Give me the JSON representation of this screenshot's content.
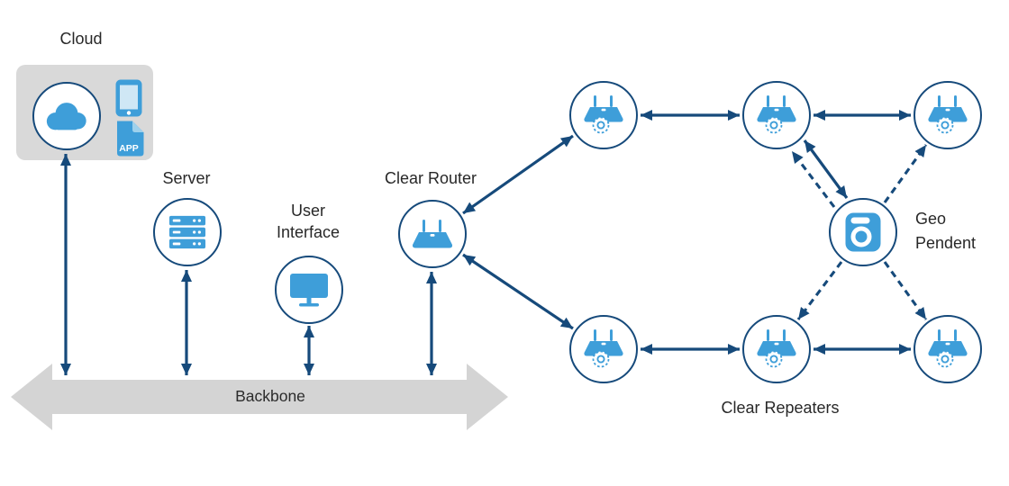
{
  "diagram": {
    "labels": {
      "cloud": "Cloud",
      "server": "Server",
      "user_interface_1": "User",
      "user_interface_2": "Interface",
      "clear_router": "Clear Router",
      "backbone": "Backbone",
      "geo_1": "Geo",
      "geo_2": "Pendent",
      "clear_repeaters": "Clear Repeaters",
      "app_badge": "APP"
    },
    "colors": {
      "line_navy": "#164a7b",
      "icon_blue": "#3e9ed9",
      "icon_blue_light": "#cfe7f5",
      "fold_blue": "#9ed1ec",
      "panel_gray": "#d9d9d9",
      "backbone_gray": "#d4d4d4",
      "text": "#282828"
    },
    "nodes": [
      {
        "id": "cloud",
        "label": "Cloud",
        "icon": "cloud-icon",
        "group": "cloud-panel"
      },
      {
        "id": "smartphone",
        "icon": "smartphone-icon",
        "group": "cloud-panel"
      },
      {
        "id": "app-file",
        "icon": "app-file-icon",
        "badge": "APP",
        "group": "cloud-panel"
      },
      {
        "id": "server",
        "label": "Server",
        "icon": "server-icon"
      },
      {
        "id": "user-interface",
        "label": "User Interface",
        "icon": "monitor-icon"
      },
      {
        "id": "clear-router",
        "label": "Clear Router",
        "icon": "router-icon"
      },
      {
        "id": "repeater-top-left",
        "icon": "repeater-icon",
        "group": "clear-repeaters"
      },
      {
        "id": "repeater-top-middle",
        "icon": "repeater-icon",
        "group": "clear-repeaters"
      },
      {
        "id": "repeater-top-right",
        "icon": "repeater-icon",
        "group": "clear-repeaters"
      },
      {
        "id": "repeater-bottom-left",
        "icon": "repeater-icon",
        "group": "clear-repeaters"
      },
      {
        "id": "repeater-bottom-middle",
        "icon": "repeater-icon",
        "group": "clear-repeaters"
      },
      {
        "id": "repeater-bottom-right",
        "icon": "repeater-icon",
        "group": "clear-repeaters"
      },
      {
        "id": "geo-pendent",
        "label": "Geo Pendent",
        "icon": "camera-icon"
      },
      {
        "id": "backbone",
        "label": "Backbone",
        "shape": "gray-double-arrow-bar"
      }
    ],
    "edges": [
      {
        "from": "cloud",
        "to": "backbone",
        "style": "solid",
        "arrows": "both"
      },
      {
        "from": "server",
        "to": "backbone",
        "style": "solid",
        "arrows": "both"
      },
      {
        "from": "user-interface",
        "to": "backbone",
        "style": "solid",
        "arrows": "both"
      },
      {
        "from": "clear-router",
        "to": "backbone",
        "style": "solid",
        "arrows": "both"
      },
      {
        "from": "clear-router",
        "to": "repeater-top-left",
        "style": "solid",
        "arrows": "both"
      },
      {
        "from": "clear-router",
        "to": "repeater-bottom-left",
        "style": "solid",
        "arrows": "both"
      },
      {
        "from": "repeater-top-left",
        "to": "repeater-top-middle",
        "style": "solid",
        "arrows": "both"
      },
      {
        "from": "repeater-top-middle",
        "to": "repeater-top-right",
        "style": "solid",
        "arrows": "both"
      },
      {
        "from": "repeater-bottom-left",
        "to": "repeater-bottom-middle",
        "style": "solid",
        "arrows": "both"
      },
      {
        "from": "repeater-bottom-middle",
        "to": "repeater-bottom-right",
        "style": "solid",
        "arrows": "both"
      },
      {
        "from": "repeater-top-middle",
        "to": "geo-pendent",
        "style": "solid",
        "arrows": "both"
      },
      {
        "from": "geo-pendent",
        "to": "repeater-top-middle",
        "style": "dashed",
        "arrows": "end"
      },
      {
        "from": "geo-pendent",
        "to": "repeater-top-right",
        "style": "dashed",
        "arrows": "end"
      },
      {
        "from": "geo-pendent",
        "to": "repeater-bottom-middle",
        "style": "dashed",
        "arrows": "end"
      },
      {
        "from": "geo-pendent",
        "to": "repeater-bottom-right",
        "style": "dashed",
        "arrows": "end"
      }
    ]
  }
}
